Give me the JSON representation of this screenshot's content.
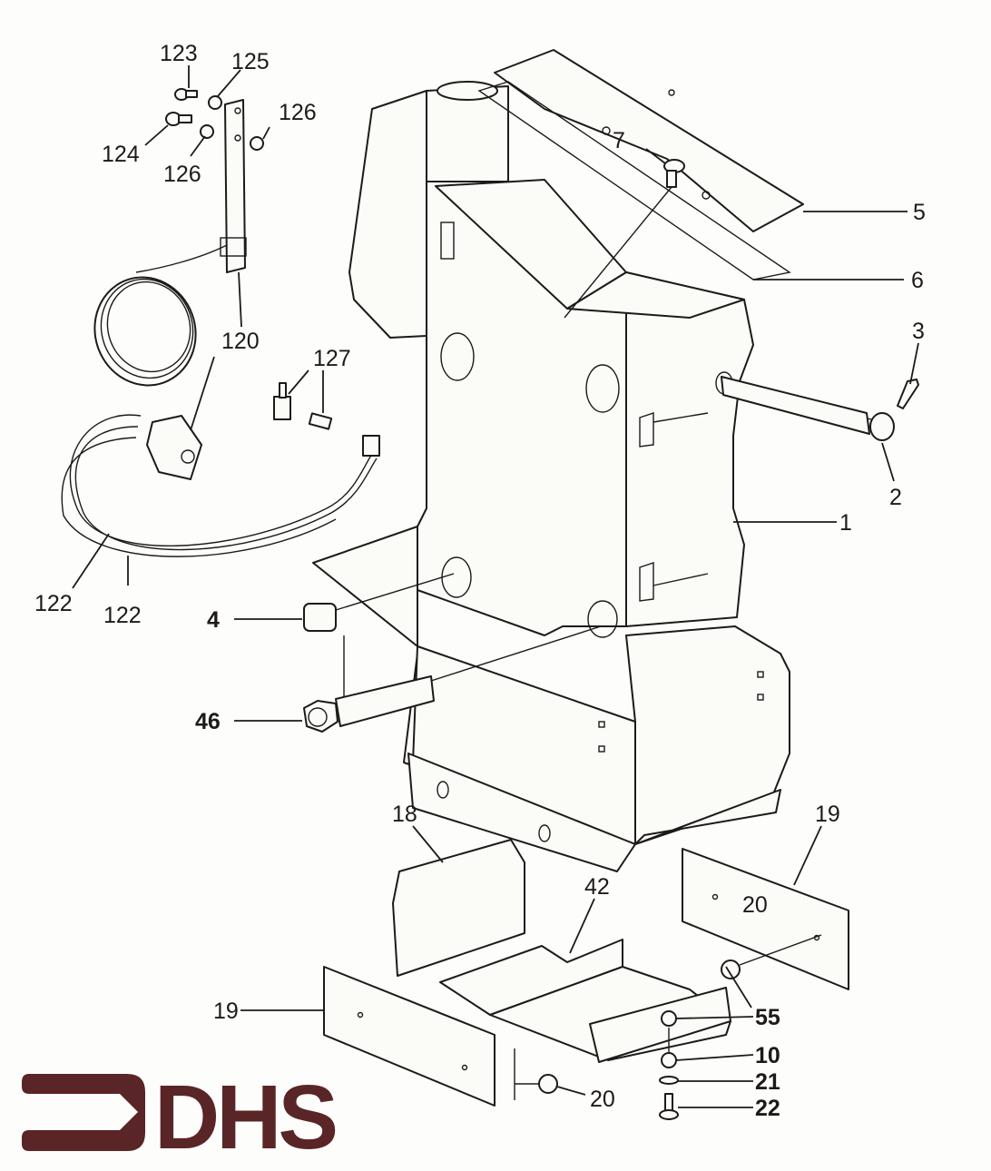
{
  "diagram": {
    "type": "exploded-parts-diagram",
    "brand_color": "#5a2526",
    "logo": {
      "text": "DHS",
      "icon": "arrow-right-icon"
    },
    "callouts": [
      {
        "id": "c1",
        "label": "1"
      },
      {
        "id": "c2",
        "label": "2"
      },
      {
        "id": "c3",
        "label": "3"
      },
      {
        "id": "c4",
        "label": "4"
      },
      {
        "id": "c5",
        "label": "5"
      },
      {
        "id": "c6",
        "label": "6"
      },
      {
        "id": "c7",
        "label": "7"
      },
      {
        "id": "c10",
        "label": "10"
      },
      {
        "id": "c18",
        "label": "18"
      },
      {
        "id": "c19a",
        "label": "19"
      },
      {
        "id": "c19b",
        "label": "19"
      },
      {
        "id": "c20a",
        "label": "20"
      },
      {
        "id": "c20b",
        "label": "20"
      },
      {
        "id": "c21",
        "label": "21"
      },
      {
        "id": "c22",
        "label": "22"
      },
      {
        "id": "c42",
        "label": "42"
      },
      {
        "id": "c46",
        "label": "46"
      },
      {
        "id": "c55",
        "label": "55"
      },
      {
        "id": "c120a",
        "label": "120"
      },
      {
        "id": "c120b",
        "label": "120"
      },
      {
        "id": "c122a",
        "label": "122"
      },
      {
        "id": "c122b",
        "label": "122"
      },
      {
        "id": "c123",
        "label": "123"
      },
      {
        "id": "c124",
        "label": "124"
      },
      {
        "id": "c125",
        "label": "125"
      },
      {
        "id": "c126a",
        "label": "126"
      },
      {
        "id": "c126b",
        "label": "126"
      },
      {
        "id": "c127",
        "label": "127"
      }
    ]
  }
}
